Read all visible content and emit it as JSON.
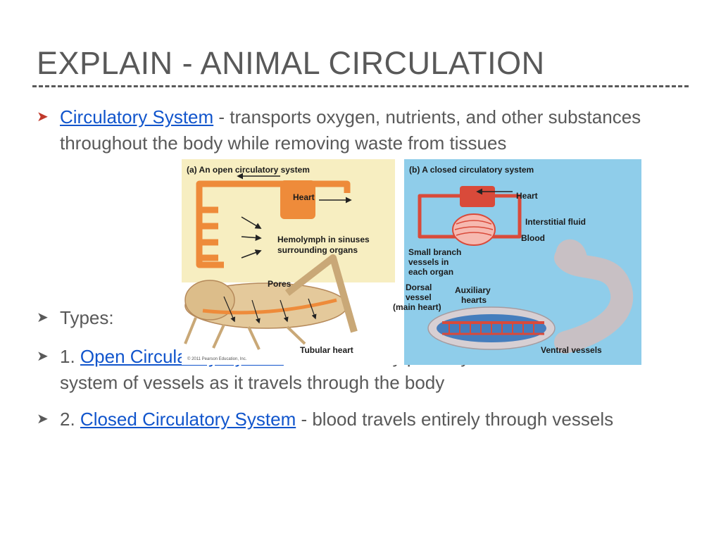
{
  "slide": {
    "title": "EXPLAIN - ANIMAL CIRCULATION",
    "bullets": [
      {
        "link_text": "Circulatory System",
        "text": " - transports oxygen, nutrients, and other substances throughout the body while removing waste from tissues"
      },
      {
        "text": "Types:"
      },
      {
        "prefix": "1. ",
        "link_text": "Open Circulatory System",
        "text": " - blood is only partially contained within a system of vessels as it travels through the body"
      },
      {
        "prefix": "2. ",
        "link_text": "Closed Circulatory System",
        "text": " - blood travels entirely through vessels"
      }
    ],
    "bullet_icon": "arrowhead-bullet-icon"
  },
  "figure": {
    "panel_a": {
      "title": "(a) An open circulatory system",
      "heart": "Heart",
      "hemolymph_1": "Hemolymph in sinuses",
      "hemolymph_2": "surrounding organs",
      "pores": "Pores",
      "tubular_heart": "Tubular heart",
      "credit": "© 2011 Pearson Education, Inc."
    },
    "panel_b": {
      "title": "(b) A closed circulatory system",
      "heart": "Heart",
      "interstitial": "Interstitial fluid",
      "blood": "Blood",
      "small_branch_1": "Small branch",
      "small_branch_2": "vessels in",
      "small_branch_3": "each organ",
      "dorsal_1": "Dorsal",
      "dorsal_2": "vessel",
      "dorsal_3": "(main heart)",
      "auxiliary_1": "Auxiliary",
      "auxiliary_2": "hearts",
      "ventral": "Ventral vessels"
    },
    "colors": {
      "panel_a_bg": "#f7eec1",
      "panel_b_bg": "#8fcdea",
      "vessel_orange": "#ee8b3a",
      "vessel_red": "#d94a3a"
    }
  }
}
